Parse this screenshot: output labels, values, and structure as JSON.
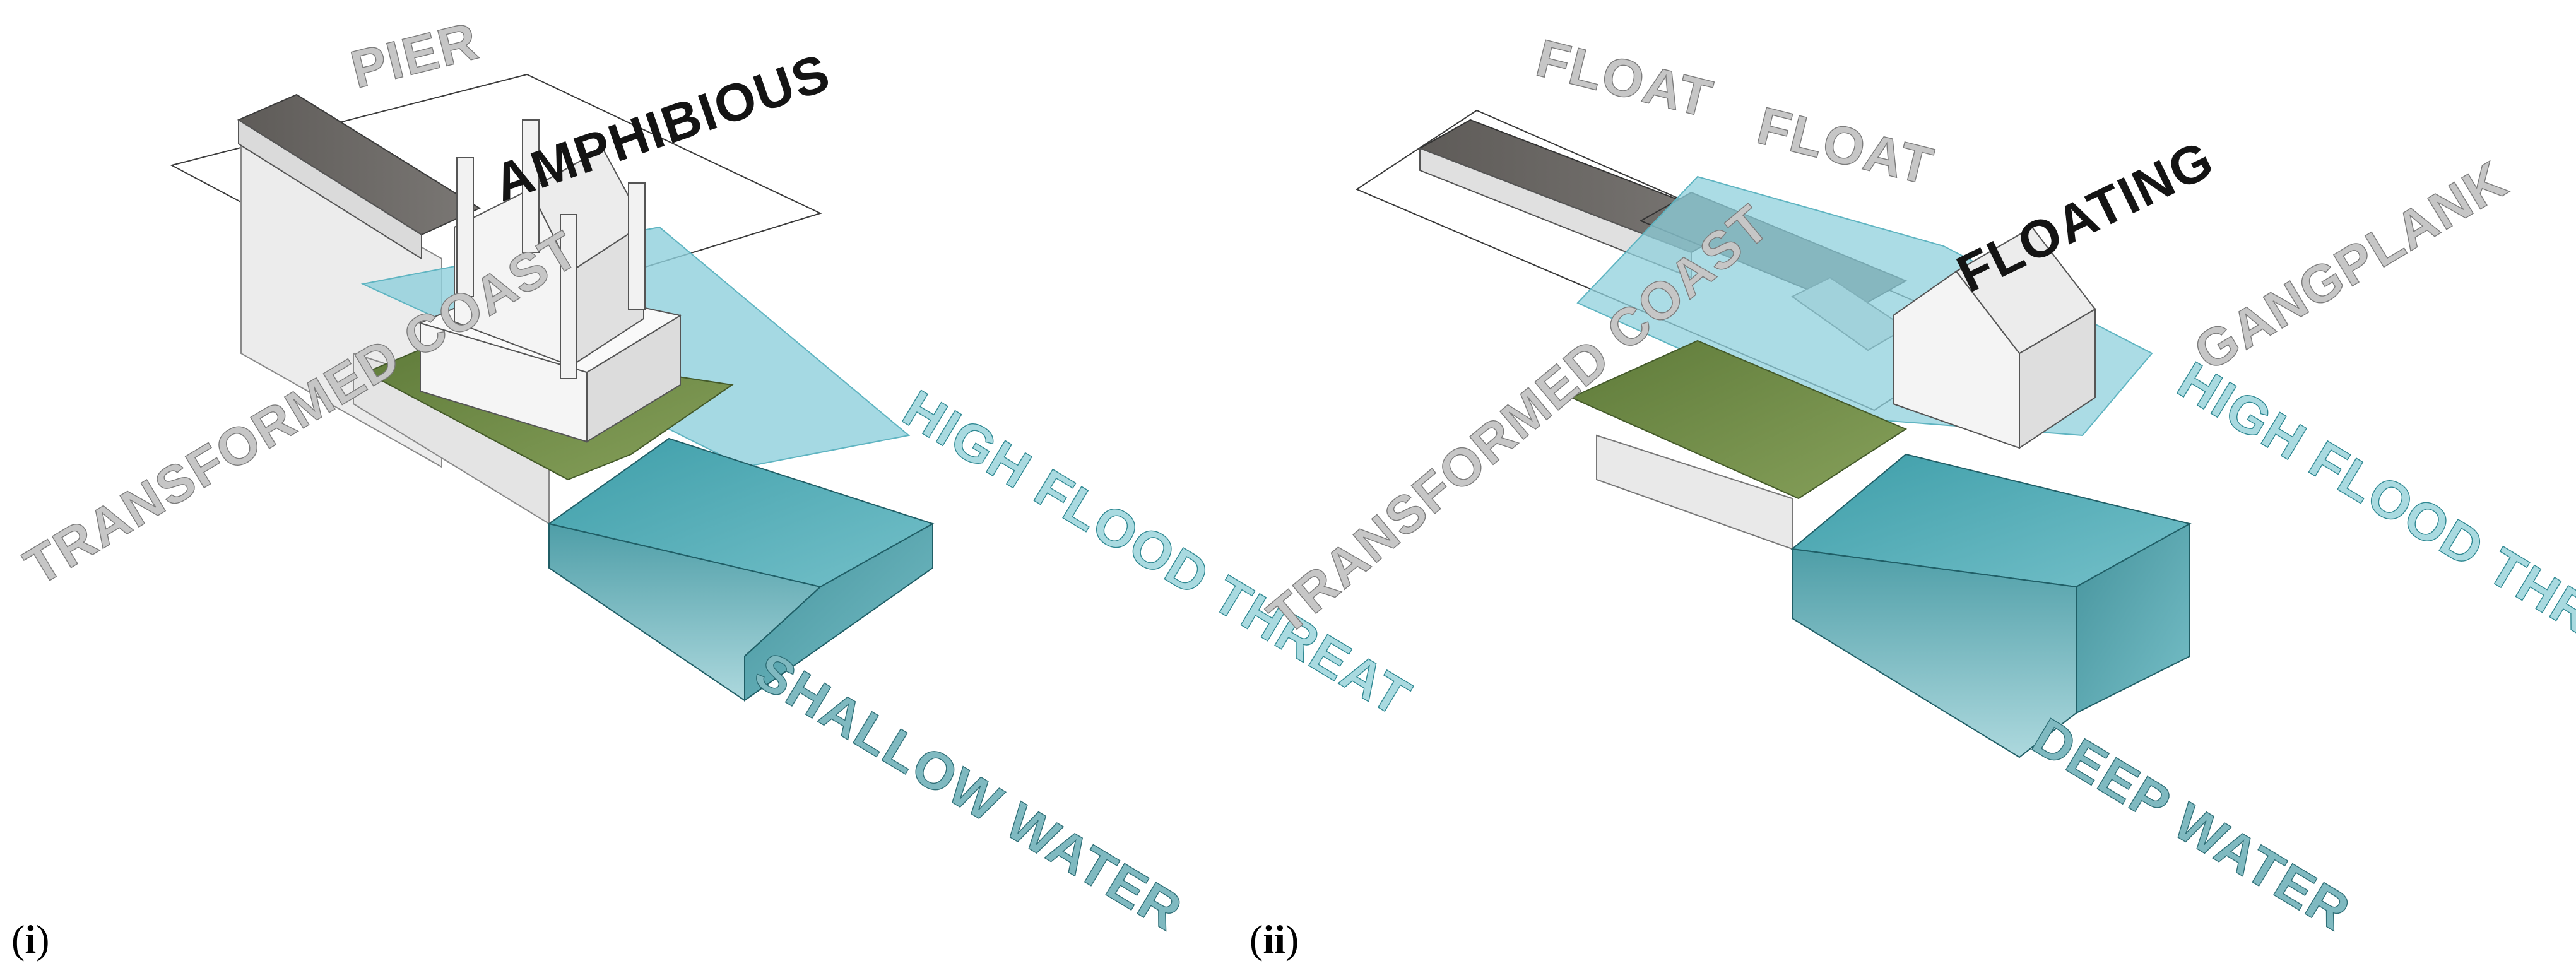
{
  "panels": [
    {
      "id": "i",
      "label": "i",
      "labels": {
        "pier": "PIER",
        "amphibious": "AMPHIBIOUS",
        "transformed_coast": "TRANSFORMED COAST",
        "high_flood_threat": "HIGH FLOOD THREAT",
        "shallow_water": "SHALLOW WATER"
      }
    },
    {
      "id": "ii",
      "label": "ii",
      "labels": {
        "float_1": "FLOAT",
        "float_2": "FLOAT",
        "floating": "FLOATING",
        "gangplank": "GANGPLANK",
        "transformed_coast": "TRANSFORMED COAST",
        "high_flood_threat": "HIGH FLOOD THREAT",
        "deep_water": "DEEP WATER"
      }
    }
  ],
  "colors": {
    "label_gray": "#c6c6c6",
    "label_dark": "#141414",
    "label_teal": "#2f8892",
    "water_surface": "#8fd0dc",
    "water_deep": "#2f8d98",
    "grass": "#6f8a44",
    "pier_top": "#6d6a67",
    "building": "#f2f2f2"
  }
}
